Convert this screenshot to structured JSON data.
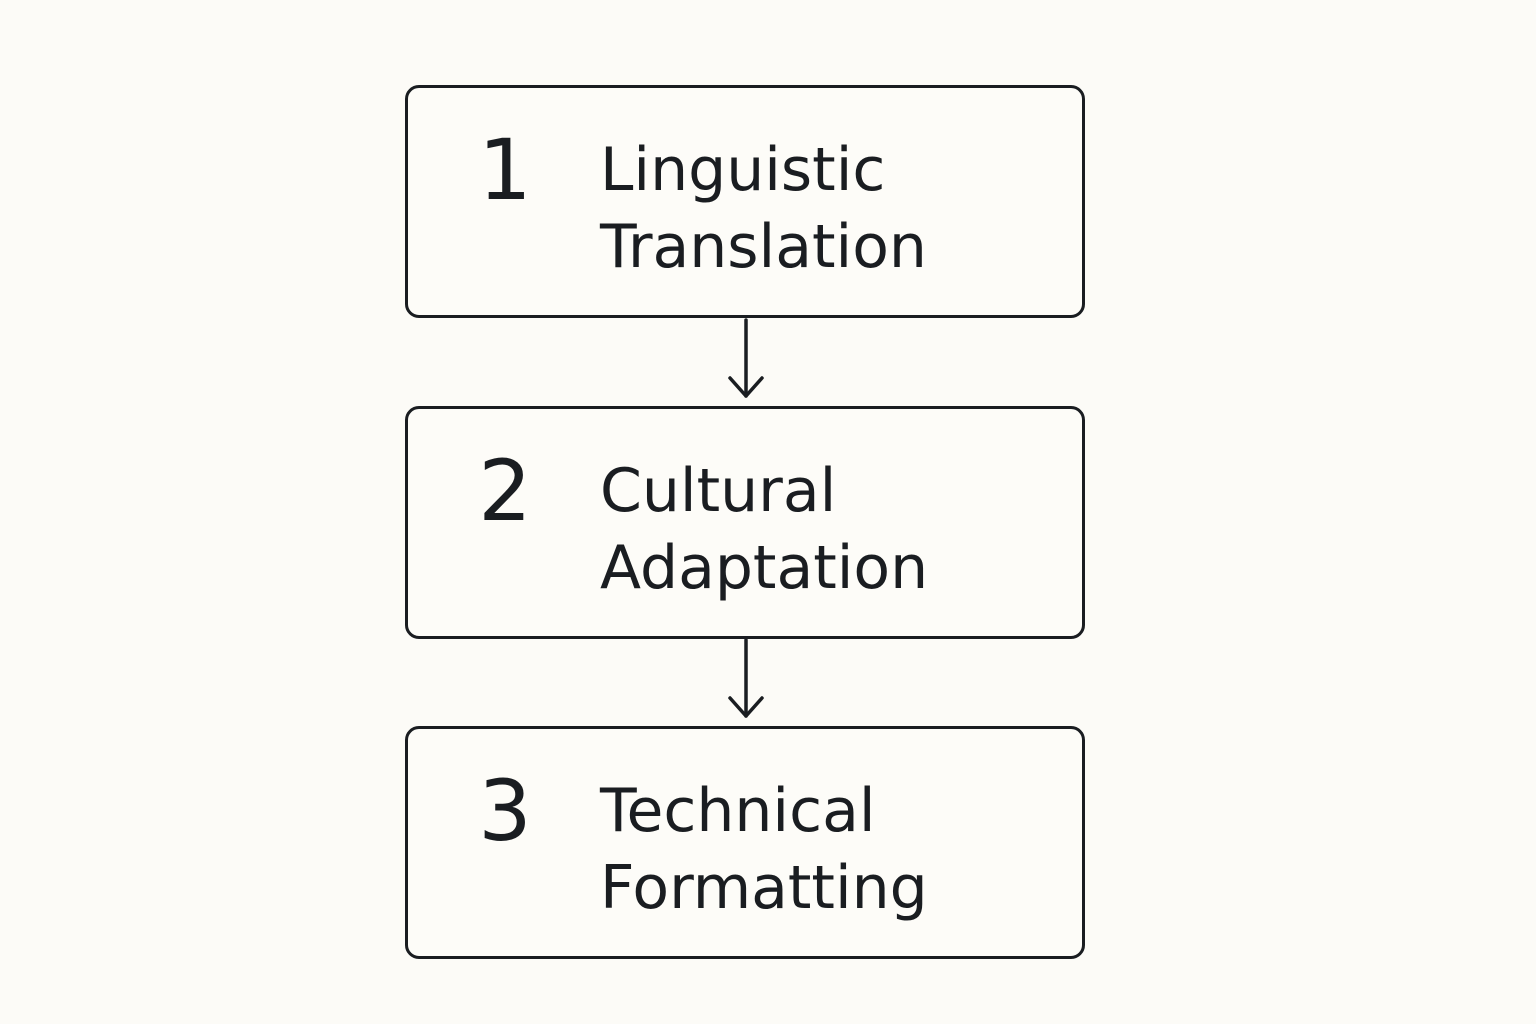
{
  "steps": [
    {
      "number": "1",
      "line1": "Linguistic",
      "line2": "Translation"
    },
    {
      "number": "2",
      "line1": "Cultural",
      "line2": "Adaptation"
    },
    {
      "number": "3",
      "line1": "Technical",
      "line2": "Formatting"
    }
  ],
  "colors": {
    "background": "#fcfbf7",
    "stroke": "#1a1d21",
    "text": "#1a1d21"
  },
  "icons": [
    "arrow-down-icon"
  ]
}
